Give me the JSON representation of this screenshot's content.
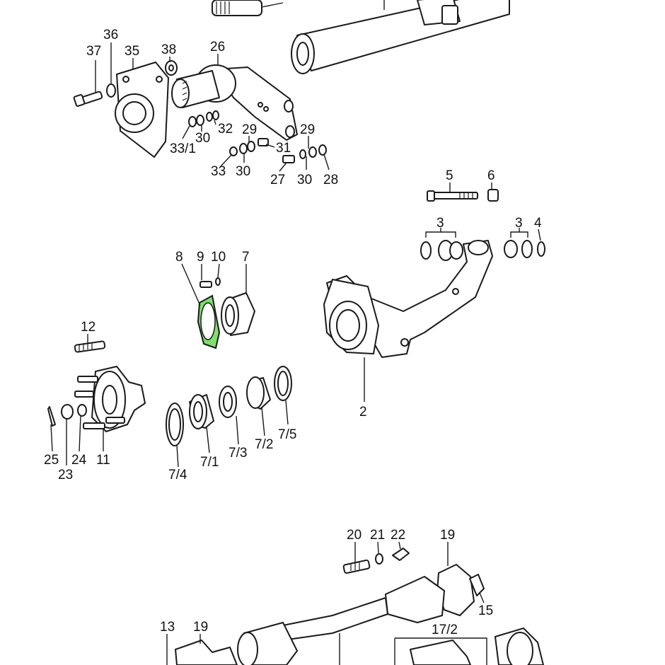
{
  "highlight_color": "#7ee06a",
  "labels": {
    "l37": "37",
    "l36": "36",
    "l35": "35",
    "l38": "38",
    "l26": "26",
    "l33_1": "33/1",
    "l30a": "30",
    "l32": "32",
    "l29a": "29",
    "l29b": "29",
    "l31": "31",
    "l33": "33",
    "l30b": "30",
    "l27": "27",
    "l30c": "30",
    "l28": "28",
    "l5": "5",
    "l6": "6",
    "l3a": "3",
    "l3b": "3",
    "l4": "4",
    "l8": "8",
    "l9": "9",
    "l10": "10",
    "l7": "7",
    "l2": "2",
    "l12": "12",
    "l25": "25",
    "l24": "24",
    "l23": "23",
    "l11": "11",
    "l7_4": "7/4",
    "l7_1": "7/1",
    "l7_3": "7/3",
    "l7_2": "7/2",
    "l7_5": "7/5",
    "l20": "20",
    "l21": "21",
    "l22": "22",
    "l19a": "19",
    "l15": "15",
    "l13": "13",
    "l19b": "19",
    "l17_2": "17/2"
  }
}
